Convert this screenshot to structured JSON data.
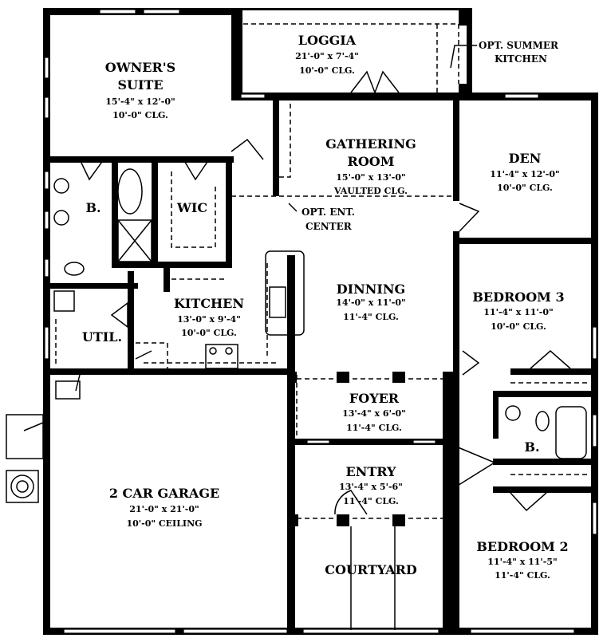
{
  "rooms": {
    "owners_suite": {
      "name1": "OWNER'S",
      "name2": "SUITE",
      "size": "15'-4\" x 12'-0\"",
      "ceiling": "10'-0\" CLG."
    },
    "loggia": {
      "name": "LOGGIA",
      "size": "21'-0\" x 7'-4\"",
      "ceiling": "10'-0\" CLG."
    },
    "gathering_room": {
      "name1": "GATHERING",
      "name2": "ROOM",
      "size": "15'-0\" x 13'-0\"",
      "ceiling": "VAULTED CLG."
    },
    "den": {
      "name": "DEN",
      "size": "11'-4\" x 12'-0\"",
      "ceiling": "10'-0\" CLG."
    },
    "owners_bath": {
      "name": "B."
    },
    "wic": {
      "name": "WIC"
    },
    "kitchen": {
      "name": "KITCHEN",
      "size": "13'-0\" x 9'-4\"",
      "ceiling": "10'-0\" CLG."
    },
    "util": {
      "name": "UTIL."
    },
    "dinning": {
      "name": "DINNING",
      "size": "14'-0\" x 11'-0\"",
      "ceiling": "11'-4\" CLG."
    },
    "bedroom3": {
      "name": "BEDROOM 3",
      "size": "11'-4\" x 11'-0\"",
      "ceiling": "10'-0\" CLG."
    },
    "foyer": {
      "name": "FOYER",
      "size": "13'-4\" x 6'-0\"",
      "ceiling": "11'-4\" CLG."
    },
    "bath2": {
      "name": "B."
    },
    "entry": {
      "name": "ENTRY",
      "size": "13'-4\" x 5'-6\"",
      "ceiling": "11'-4\" CLG."
    },
    "garage": {
      "name": "2 CAR GARAGE",
      "size": "21'-0\" x 21'-0\"",
      "ceiling": "10'-0\" CEILING"
    },
    "courtyard": {
      "name": "COURTYARD"
    },
    "bedroom2": {
      "name": "BEDROOM 2",
      "size": "11'-4\" x 11'-5\"",
      "ceiling": "11'-4\" CLG."
    }
  },
  "notes": {
    "summer_kitchen1": "OPT. SUMMER",
    "summer_kitchen2": "KITCHEN",
    "ent_center1": "OPT. ENT.",
    "ent_center2": "CENTER"
  }
}
